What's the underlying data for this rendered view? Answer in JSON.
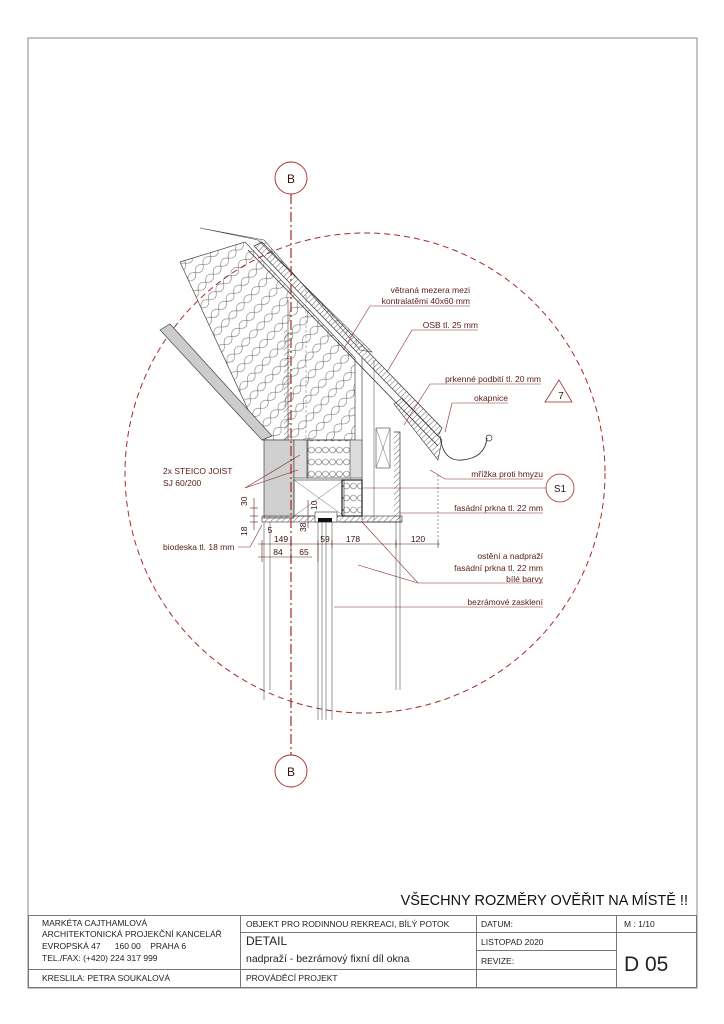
{
  "colors": {
    "accent": "#a52a2a",
    "line": "#333333"
  },
  "axis": {
    "top_label": "B",
    "bottom_label": "B"
  },
  "labels": {
    "vent_gap_1": "větraná mezera mezi",
    "vent_gap_2": "kontralatěmi 40x60 mm",
    "osb": "OSB tl. 25 mm",
    "soffit": "prkenné podbití tl. 20 mm",
    "drip": "okapnice",
    "drip_ref": "7",
    "insect_mesh": "mřížka proti hmyzu",
    "section_ref": "S1",
    "facade_boards": "fasádní prkna tl. 22 mm",
    "joist_1": "2x STEICO JOIST",
    "joist_2": "SJ 60/200",
    "biodeska": "biodeska tl. 18 mm",
    "reveal_1": "ostění a nadpraží",
    "reveal_2": "fasádní prkna tl. 22 mm",
    "reveal_3": "bílé barvy",
    "glazing": "bezrámové zasklení"
  },
  "dimensions": {
    "d149": "149",
    "d59": "59",
    "d178": "178",
    "d120": "120",
    "d84": "84",
    "d65": "65",
    "d5": "5",
    "d18": "18",
    "d30": "30",
    "d38": "38",
    "d10": "10"
  },
  "warning": "VŠECHNY ROZMĚRY OVĚŘIT NA MÍSTĚ !!",
  "title_block": {
    "author_name": "MARKÉTA CAJTHAMLOVÁ",
    "office": "ARCHITEKTONICKÁ PROJEKČNÍ KANCELÁŘ",
    "address": "EVROPSKÁ 47      160 00    PRAHA 6",
    "phone": "TEL./FAX:  (+420) 224 317 999",
    "drawn_by": "KRESLILA: PETRA SOUKALOVÁ",
    "project": "OBJEKT PRO RODINNOU REKREACI, BÍLÝ POTOK",
    "drawing_type": "DETAIL",
    "drawing_title": "nadpraží - bezrámový fixní díl okna",
    "phase": "PROVÁDĚCÍ PROJEKT",
    "date_label": "DATUM:",
    "date": "LISTOPAD 2020",
    "revision_label": "REVIZE:",
    "scale": "M : 1/10",
    "sheet": "D 05"
  }
}
